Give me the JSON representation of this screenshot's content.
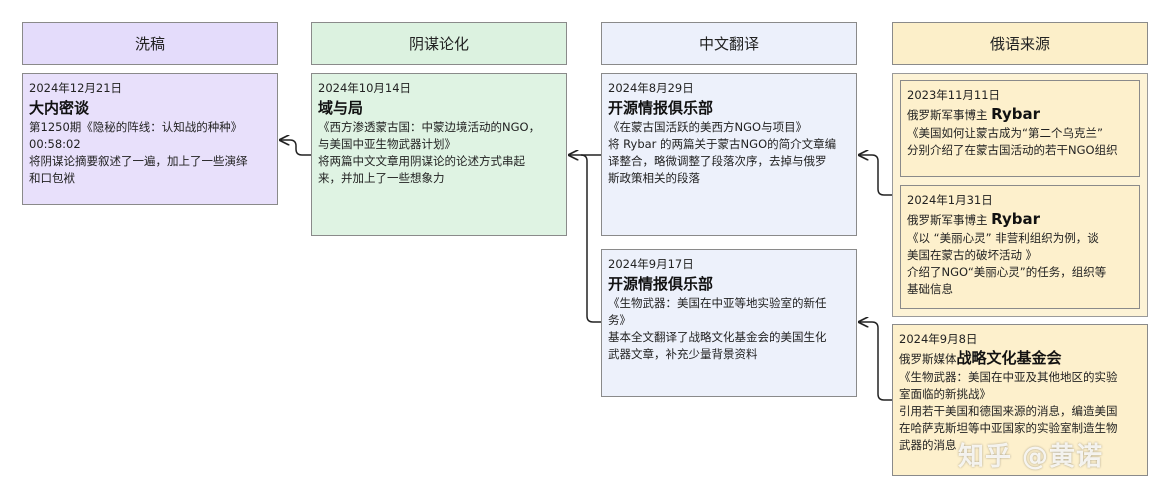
{
  "columns": [
    {
      "label": "洗稿"
    },
    {
      "label": "阴谋论化"
    },
    {
      "label": "中文翻译"
    },
    {
      "label": "俄语来源"
    }
  ],
  "cards": {
    "xigao": {
      "date": "2024年12月21日",
      "title": "大内密谈",
      "line1": "第1250期《隐秘的阵线：认知战的种种》",
      "line2": "00:58:02",
      "line3": "将阴谋论摘要叙述了一遍，加上了一些演绎",
      "line4": "和口包袱"
    },
    "yinmou": {
      "date": "2024年10月14日",
      "title": "域与局",
      "line1": "《西方渗透蒙古国：中蒙边境活动的NGO，",
      "line2": "与美国中亚生物武器计划》",
      "line3": "将两篇中文文章用阴谋论的论述方式串起",
      "line4": "来，并加上了一些想象力"
    },
    "zh1": {
      "date": "2024年8月29日",
      "title": "开源情报俱乐部",
      "line1": "《在蒙古国活跃的美西方NGO与项目》",
      "line2": "将 Rybar 的两篇关于蒙古NGO的简介文章编",
      "line3": "译整合，略微调整了段落次序，去掉与俄罗",
      "line4": "斯政策相关的段落"
    },
    "zh2": {
      "date": "2024年9月17日",
      "title": "开源情报俱乐部",
      "line1": "《生物武器：美国在中亚等地实验室的新任",
      "line2": "务》",
      "line3": "基本全文翻译了战略文化基金会的美国生化",
      "line4": "武器文章，补充少量背景资料"
    },
    "ru1": {
      "date": "2023年11月11日",
      "src_prefix": "俄罗斯军事博主 ",
      "src_bold": "Rybar",
      "line1": "《美国如何让蒙古成为“第二个乌克兰”",
      "line2": "分别介绍了在蒙古国活动的若干NGO组织"
    },
    "ru2": {
      "date": "2024年1月31日",
      "src_prefix": "俄罗斯军事博主 ",
      "src_bold": "Rybar",
      "line1": "《以 “美丽心灵”  非营利组织为例，谈",
      "line2": "美国在蒙古的破坏活动 》",
      "line3": "介绍了NGO“美丽心灵”的任务，组织等",
      "line4": "基础信息"
    },
    "ru3": {
      "date": "2024年9月8日",
      "src_prefix": "俄罗斯媒体",
      "src_bold": "战略文化基金会",
      "line1": "《生物武器：美国在中亚及其他地区的实验",
      "line2": "室面临的新挑战》",
      "line3": "引用若干美国和德国来源的消息，编造美国",
      "line4": "在哈萨克斯坦等中亚国家的实验室制造生物",
      "line5": "武器的消息"
    }
  },
  "watermark": "知乎 @黄诺",
  "colors": {
    "purple": "#e8e0fb",
    "green": "#dff3e3",
    "blue": "#edf1fb",
    "yellow": "#fdf0cc"
  }
}
